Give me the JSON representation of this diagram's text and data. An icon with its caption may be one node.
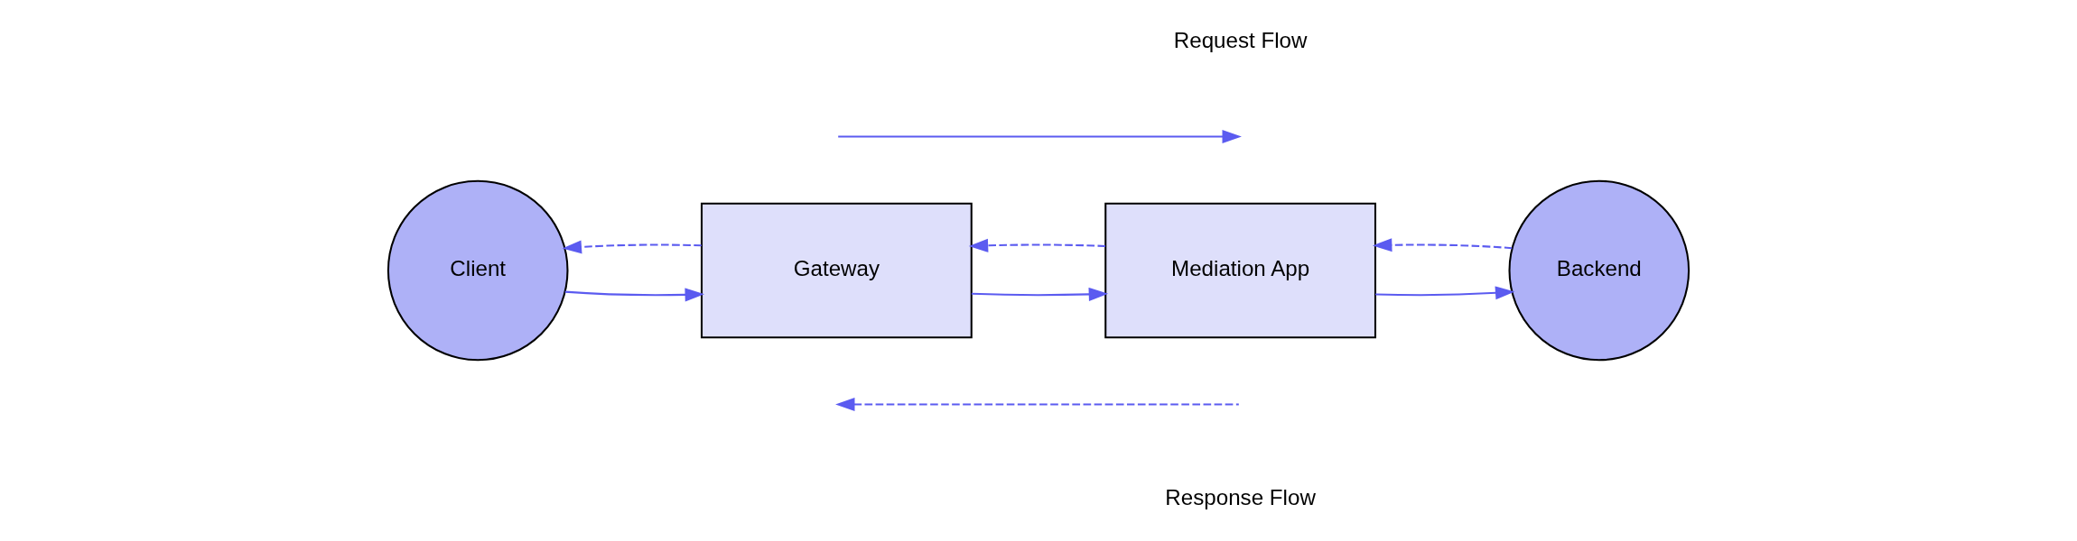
{
  "diagram": {
    "nodes": [
      {
        "text": [
          "Client"
        ]
      },
      {
        "text": [
          "Gateway"
        ]
      },
      {
        "text": [
          "Mediation App"
        ]
      },
      {
        "text": [
          "Backend"
        ]
      }
    ],
    "edges": [
      {
        "from": 0,
        "to": 1,
        "arrow": "to"
      },
      {
        "from": 1,
        "to": 0,
        "arrow": "to",
        "style": "dashed"
      },
      {
        "from": 1,
        "to": 2,
        "arrow": "to"
      },
      {
        "from": 2,
        "to": 1,
        "arrow": "to",
        "style": "dashed"
      },
      {
        "from": 2,
        "to": 3,
        "arrow": "to"
      },
      {
        "from": 3,
        "to": 2,
        "arrow": "to",
        "style": "dashed"
      }
    ],
    "legend": [
      {
        "text": "Request Flow"
      },
      {
        "text": "Response Flow"
      }
    ]
  }
}
